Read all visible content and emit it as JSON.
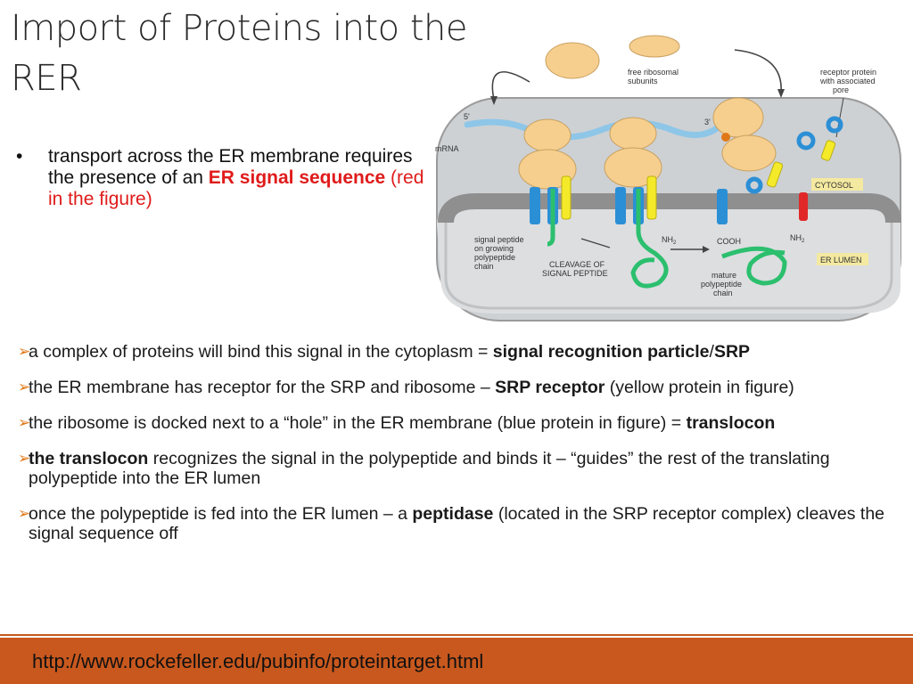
{
  "title": "Import of Proteins into the RER",
  "top_bullet": {
    "marker": "•",
    "pre": "transport across the ER membrane requires the presence of an ",
    "highlight": "ER signal sequence",
    "post": " (red in the figure)"
  },
  "figure": {
    "labels": {
      "free_subunits": [
        "free ribosomal",
        "subunits"
      ],
      "receptor": [
        "receptor protein",
        "with associated",
        "pore"
      ],
      "five_prime": "5'",
      "three_prime": "3'",
      "mrna": "mRNA",
      "cytosol": "CYTOSOL",
      "er_lumen": "ER LUMEN",
      "signal_peptide": [
        "signal peptide",
        "on growing",
        "polypeptide",
        "chain"
      ],
      "cleavage": [
        "CLEAVAGE OF",
        "SIGNAL PEPTIDE"
      ],
      "nh2_a": "NH",
      "nh2_b": "NH",
      "sub2": "2",
      "cooh": "COOH",
      "mature": [
        "mature",
        "polypeptide",
        "chain"
      ]
    },
    "colors": {
      "membrane": "#8d8d8d",
      "cytosol_bg": "#c9cdd0",
      "lumen_bg": "#d9dcdf",
      "ribosome": "#f6cf8e",
      "translocon": "#2b8fd6",
      "receptor": "#f4ea2a",
      "polypeptide": "#2bbf6e",
      "signal": "#e02828",
      "mrna": "#9fd0ec"
    }
  },
  "points": [
    {
      "arrow": "➢",
      "parts": [
        {
          "t": "a complex of proteins will bind this signal in the cytoplasm = ",
          "b": false
        },
        {
          "t": "signal recognition particle",
          "b": true
        },
        {
          "t": "/",
          "b": false
        },
        {
          "t": "SRP",
          "b": true
        }
      ]
    },
    {
      "arrow": "➢",
      "parts": [
        {
          "t": "the ER membrane has receptor for the SRP and ribosome – ",
          "b": false
        },
        {
          "t": "SRP receptor",
          "b": true
        },
        {
          "t": " (yellow protein in figure)",
          "b": false
        }
      ]
    },
    {
      "arrow": "➢",
      "parts": [
        {
          "t": "the ribosome is  docked next to a “hole” in the ER membrane (blue protein in figure) = ",
          "b": false
        },
        {
          "t": "translocon",
          "b": true
        }
      ]
    },
    {
      "arrow": "➢",
      "parts": [
        {
          "t": "the translocon",
          "b": true
        },
        {
          "t": "  recognizes the signal in the polypeptide and binds it – “guides” the rest of the translating polypeptide into the ER lumen",
          "b": false
        }
      ]
    },
    {
      "arrow": "➢",
      "parts": [
        {
          "t": "once the polypeptide is fed into the ER lumen – a ",
          "b": false
        },
        {
          "t": "peptidase",
          "b": true
        },
        {
          "t": " (located in the SRP receptor complex) cleaves the signal sequence off",
          "b": false
        }
      ]
    }
  ],
  "footer": {
    "url": "http://www.rockefeller.edu/pubinfo/proteintarget.html"
  }
}
